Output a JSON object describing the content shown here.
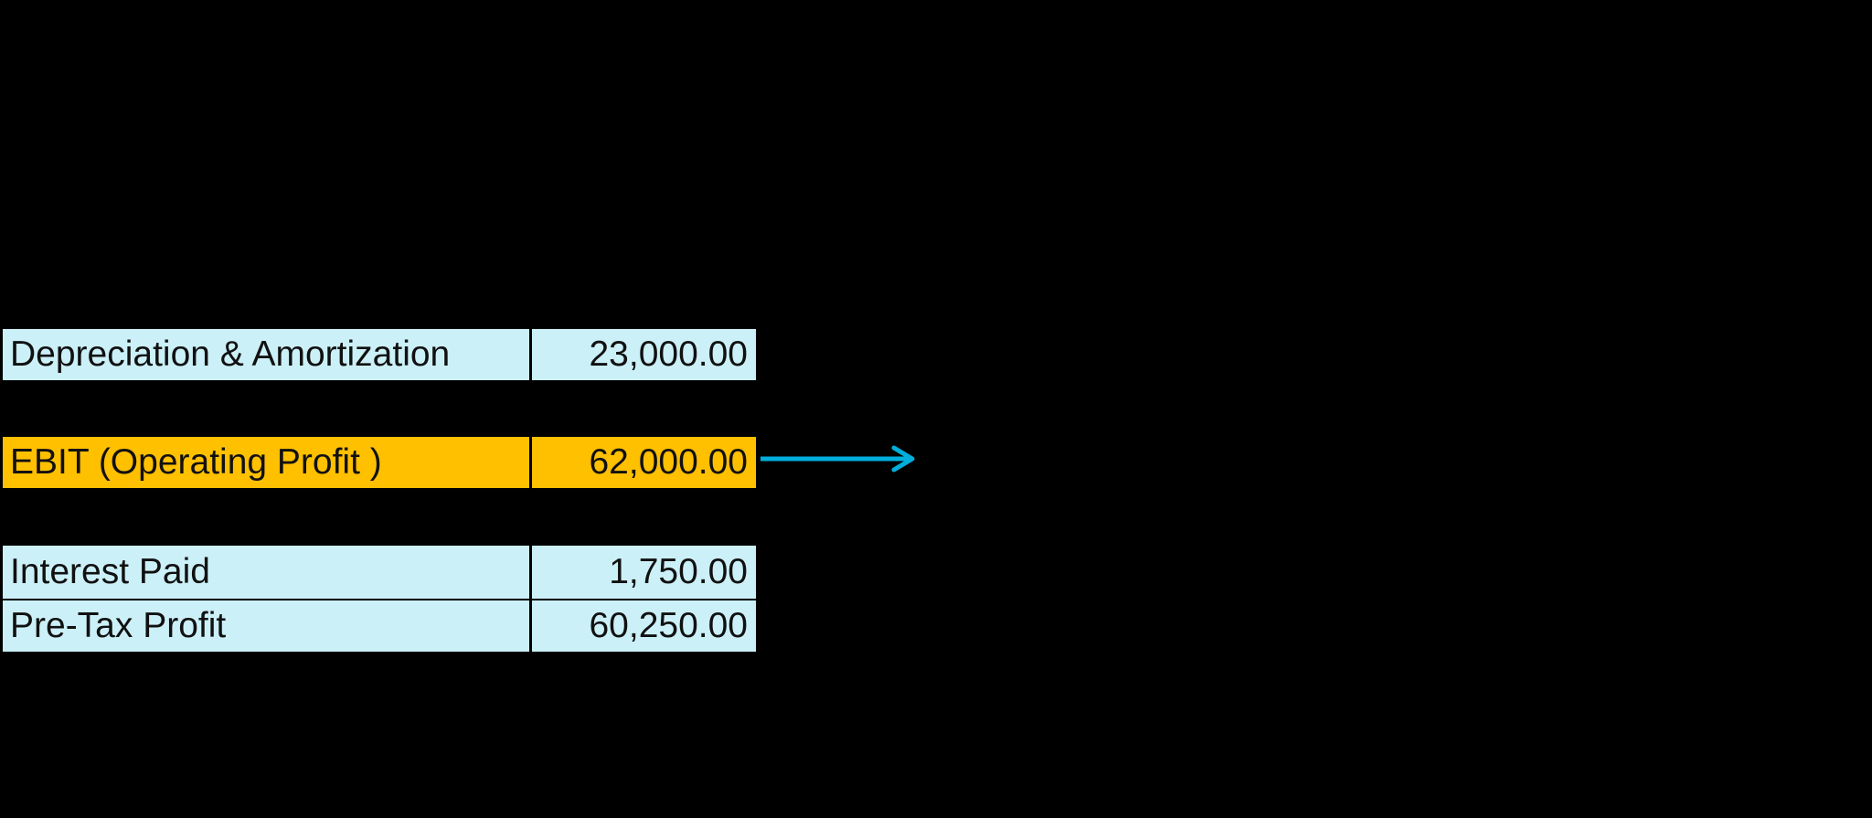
{
  "table": {
    "rows": [
      {
        "label": "Depreciation & Amortization",
        "value": "23,000.00",
        "style": "blue"
      },
      {
        "label": "EBIT (Operating Profit )",
        "value": "62,000.00",
        "style": "highlight"
      },
      {
        "label": "Interest Paid",
        "value": "1,750.00",
        "style": "blue"
      },
      {
        "label": "Pre-Tax Profit",
        "value": "60,250.00",
        "style": "blue"
      }
    ]
  },
  "annotations": {
    "ebit_arrow": {
      "icon": "arrow-right-icon",
      "direction": "right"
    }
  },
  "colors": {
    "background": "#000000",
    "row_blue": "#CBF0F8",
    "row_highlight": "#FFC000",
    "arrow": "#00AEDB",
    "text": "#111111"
  }
}
